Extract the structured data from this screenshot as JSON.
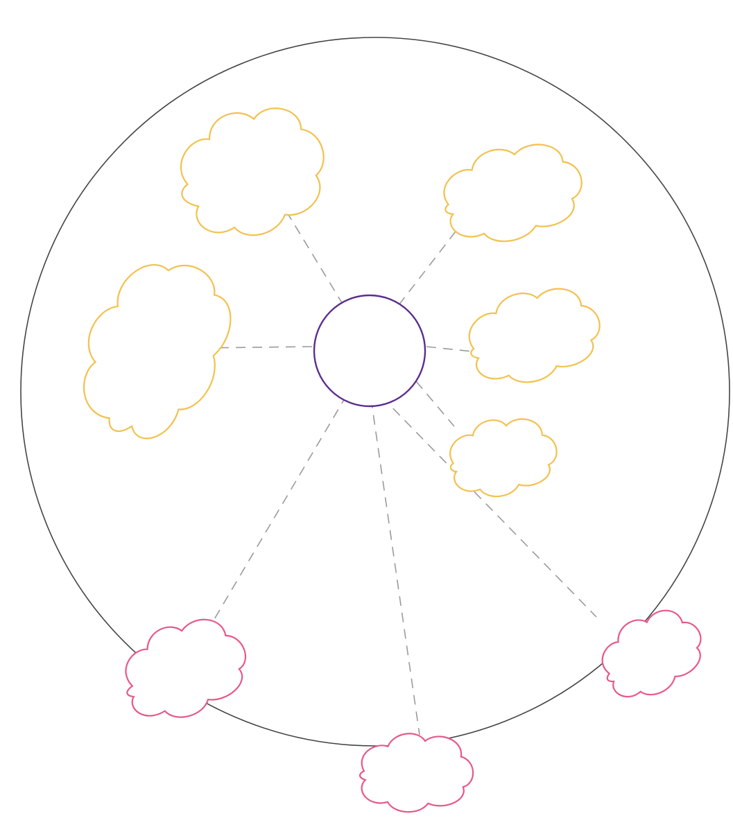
{
  "center": {
    "lines": [
      "",
      ""
    ]
  },
  "nodes": [
    {
      "id": "village-map",
      "group": "inside",
      "lines": [
        "",
        "",
        ""
      ]
    },
    {
      "id": "village-clinic",
      "group": "inside",
      "lines": [
        "",
        ""
      ]
    },
    {
      "id": "school",
      "group": "inside",
      "lines": [
        "",
        ""
      ]
    },
    {
      "id": "kc",
      "group": "inside",
      "lines": [
        "",
        ""
      ]
    },
    {
      "id": "monastery",
      "group": "inside",
      "lines": [
        "",
        "",
        ""
      ]
    },
    {
      "id": "market",
      "group": "outside",
      "lines": [
        "",
        ""
      ]
    },
    {
      "id": "hospital",
      "group": "outside",
      "lines": [
        "",
        ""
      ]
    },
    {
      "id": "kc-outside",
      "group": "outside",
      "lines": [
        "",
        ""
      ]
    },
    {
      "id": "outer-top-left",
      "group": "inside",
      "lines": [
        "",
        "",
        ""
      ]
    }
  ],
  "colors": {
    "outer_circle": "#444444",
    "center_circle": "#5b2d8e",
    "inside_cloud": "#f2c14e",
    "outside_cloud": "#e8578a",
    "spoke": "#9a9a9a",
    "label_text": "#5a2a99"
  },
  "legend": []
}
